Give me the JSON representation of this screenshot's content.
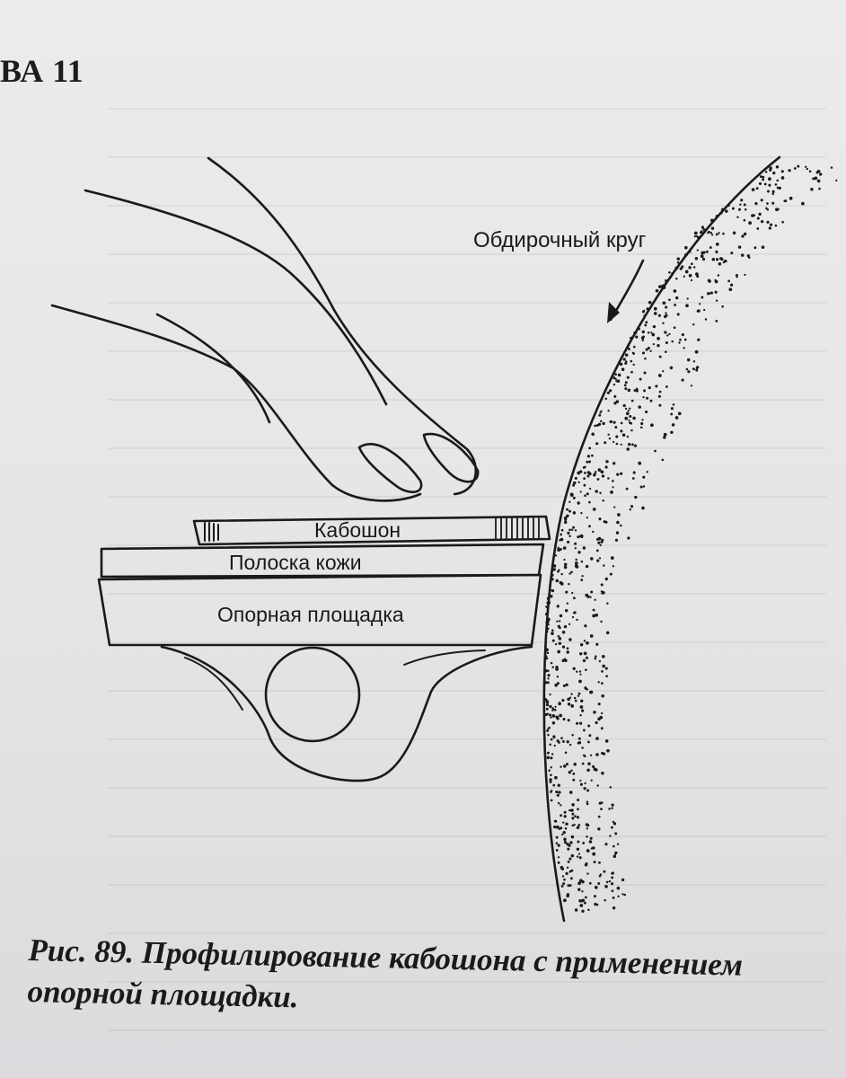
{
  "page": {
    "running_head": "ВА 11"
  },
  "figure": {
    "labels": {
      "grinding_wheel": "Обдирочный круг",
      "cabochon": "Кабошон",
      "leather_strip": "Полоска кожи",
      "support_platform": "Опорная площадка"
    },
    "caption": {
      "line1": "Рис. 89. Профилирование кабошона с применением",
      "line2": "опорной площадки."
    }
  },
  "colors": {
    "ink": "#1a1a1a",
    "paper": "#e9e7e8"
  }
}
